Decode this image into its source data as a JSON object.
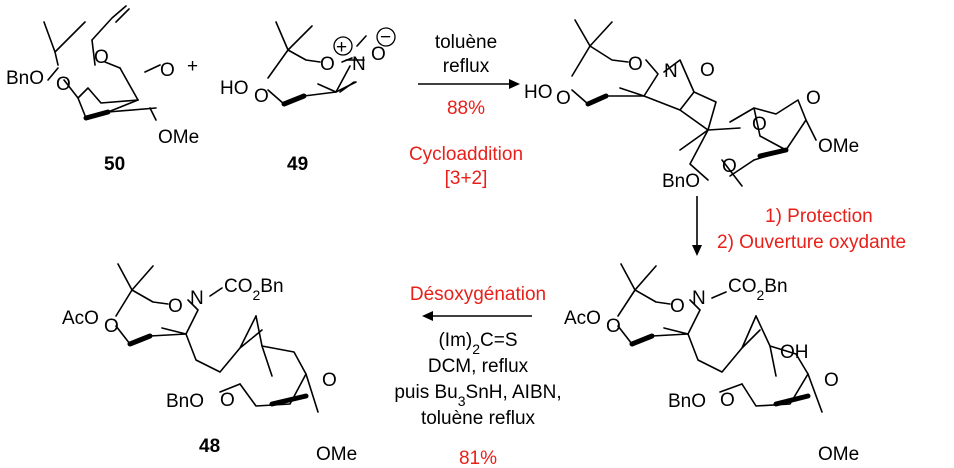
{
  "compounds": {
    "c50": {
      "label": "50",
      "atoms": {
        "bno": "BnO",
        "o1": "O",
        "o2": "O",
        "o3": "O",
        "ome": "OMe"
      }
    },
    "c49": {
      "label": "49",
      "atoms": {
        "ho": "HO",
        "o1": "O",
        "o2": "O",
        "n": "N",
        "on": "O",
        "plus": "+",
        "minus": "−"
      }
    },
    "adduct": {
      "atoms": {
        "ho": "HO",
        "o1": "O",
        "o2": "O",
        "n": "N",
        "o3": "O",
        "o4": "O",
        "o5": "O",
        "ome": "OMe",
        "bno": "BnO",
        "o6": "O"
      }
    },
    "opened": {
      "atoms": {
        "aco": "AcO",
        "o1": "O",
        "o2": "O",
        "n": "N",
        "co2bn": "CO2Bn",
        "oh": "OH",
        "o3": "O",
        "bno": "BnO",
        "o4": "O",
        "ome": "OMe"
      }
    },
    "c48": {
      "label": "48",
      "atoms": {
        "aco": "AcO",
        "o1": "O",
        "o2": "O",
        "n": "N",
        "co2bn": "CO2Bn",
        "o3": "O",
        "bno": "BnO",
        "o4": "O",
        "ome": "OMe"
      }
    }
  },
  "plus_sign": "+",
  "step1": {
    "line1": "toluène",
    "line2": "reflux",
    "yield": "88%",
    "name": "Cycloaddition",
    "bracket": "[3+2]"
  },
  "step2": {
    "line1": "1) Protection",
    "line2": "2) Ouverture oxydante"
  },
  "step3": {
    "name": "Désoxygénation",
    "line1": "(Im)2C=S",
    "line2": "DCM, reflux",
    "line3": "puis Bu3SnH, AIBN,",
    "line4": "toluène reflux",
    "yield": "81%"
  },
  "colors": {
    "highlight": "#e8201a",
    "ink": "#000000"
  }
}
